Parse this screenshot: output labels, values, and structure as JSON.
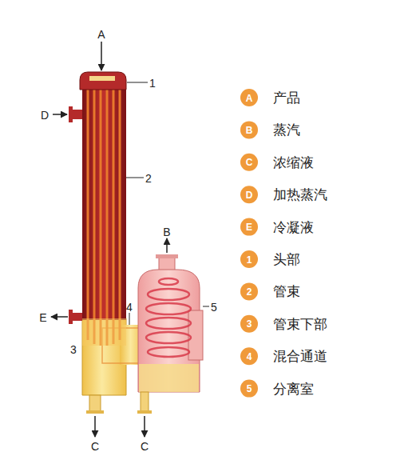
{
  "diagram": {
    "labels": [
      "A",
      "D",
      "1",
      "2",
      "B",
      "5",
      "4",
      "E",
      "3",
      "C",
      "C",
      "A",
      "B",
      "C",
      "D",
      "E",
      "1",
      "2",
      "3",
      "4",
      "5"
    ],
    "legend": [
      {
        "text": "产品"
      },
      {
        "text": "蒸汽"
      },
      {
        "text": "浓缩液"
      },
      {
        "text": "加热蒸汽"
      },
      {
        "text": "冷凝液"
      },
      {
        "text": "头部"
      },
      {
        "text": "管束"
      },
      {
        "text": "管束下部"
      },
      {
        "text": "混合通道"
      },
      {
        "text": "分离室"
      }
    ]
  }
}
